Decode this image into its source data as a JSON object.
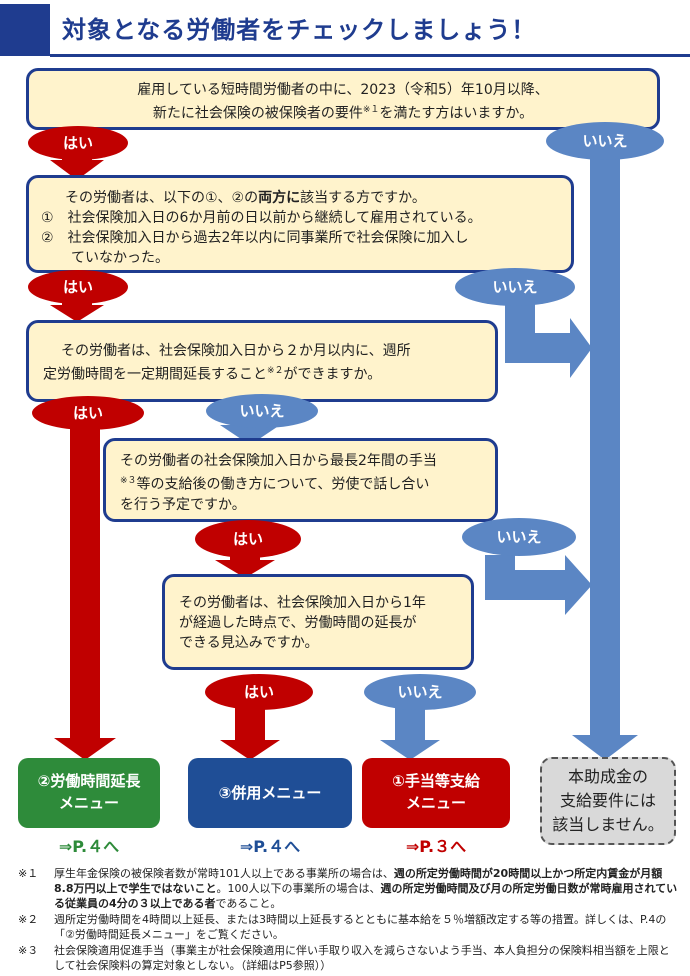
{
  "header": {
    "title": "対象となる労働者をチェックしましょう！"
  },
  "questions": {
    "q1": {
      "line1": "雇用している短時間労働者の中に、2023（令和5）年10月以降、",
      "line2a": "新たに社会保険の被保険者の要件",
      "sup": "※１",
      "line2b": "を満たす方はいますか。"
    },
    "q2": {
      "lead_a": "その労働者は、以下の①、②の",
      "lead_bold": "両方に",
      "lead_b": "該当する方ですか。",
      "item1": "①　社会保険加入日の6か月前の日以前から継続して雇用されている。",
      "item2a": "②　社会保険加入日から過去2年以内に同事業所で社会保険に加入し",
      "item2b": "ていなかった。"
    },
    "q3": {
      "line1": "その労働者は、社会保険加入日から２か月以内に、週所",
      "line2a": "定労働時間を一定期間延長すること",
      "sup": "※２",
      "line2b": "ができますか。"
    },
    "q4": {
      "line1": "その労働者の社会保険加入日から最長2年間の手当",
      "sup": "※３",
      "line2": "等の支給後の働き方について、労使で話し合い",
      "line3": "を行う予定ですか。"
    },
    "q5": {
      "line1": "その労働者は、社会保険加入日から1年",
      "line2": "が経過した時点で、労働時間の延長が",
      "line3": "できる見込みですか。"
    }
  },
  "answers": {
    "yes": "はい",
    "no": "いいえ"
  },
  "menus": {
    "extension": {
      "line1": "②労働時間延長",
      "line2": "メニュー",
      "link": "⇒P.４へ",
      "color": "#2e8b3a"
    },
    "combined": {
      "line1": "③併用メニュー",
      "link": "⇒P.４へ",
      "color": "#1f4e96"
    },
    "allowance": {
      "line1": "①手当等支給",
      "line2": "メニュー",
      "link": "⇒P.３へ",
      "color": "#c00000"
    }
  },
  "no_grant": {
    "line1": "本助成金の",
    "line2": "支給要件には",
    "line3": "該当しません。"
  },
  "notes": [
    {
      "mark": "※１",
      "t1": "厚生年金保険の被保険者数が常時101人以上である事業所の場合は、",
      "b1": "週の所定労働時間が20時間以上かつ所定内賃金が月額8.8万円以上で学生ではないこと",
      "t2": "。100人以下の事業所の場合は、",
      "b2": "週の所定労働時間及び月の所定労働日数が常時雇用されている従業員の4分の３以上である者",
      "t3": "であること。"
    },
    {
      "mark": "※２",
      "t1": "週所定労働時間を4時間以上延長、または3時間以上延長するとともに基本給を５％増額改定する等の措置。詳しくは、P.4の「②労働時間延長メニュー」をご覧ください。"
    },
    {
      "mark": "※３",
      "t1": "社会保険適用促進手当（事業主が社会保険適用に伴い手取り収入を減らさないよう手当、本人負担分の保険料相当額を上限として社会保険料の算定対象としない。（詳細はP5参照））"
    }
  ],
  "colors": {
    "navy": "#1f3c8f",
    "red": "#c00000",
    "blue": "#5b86c4",
    "box": "#fff3cc",
    "green": "#2e8b3a"
  }
}
